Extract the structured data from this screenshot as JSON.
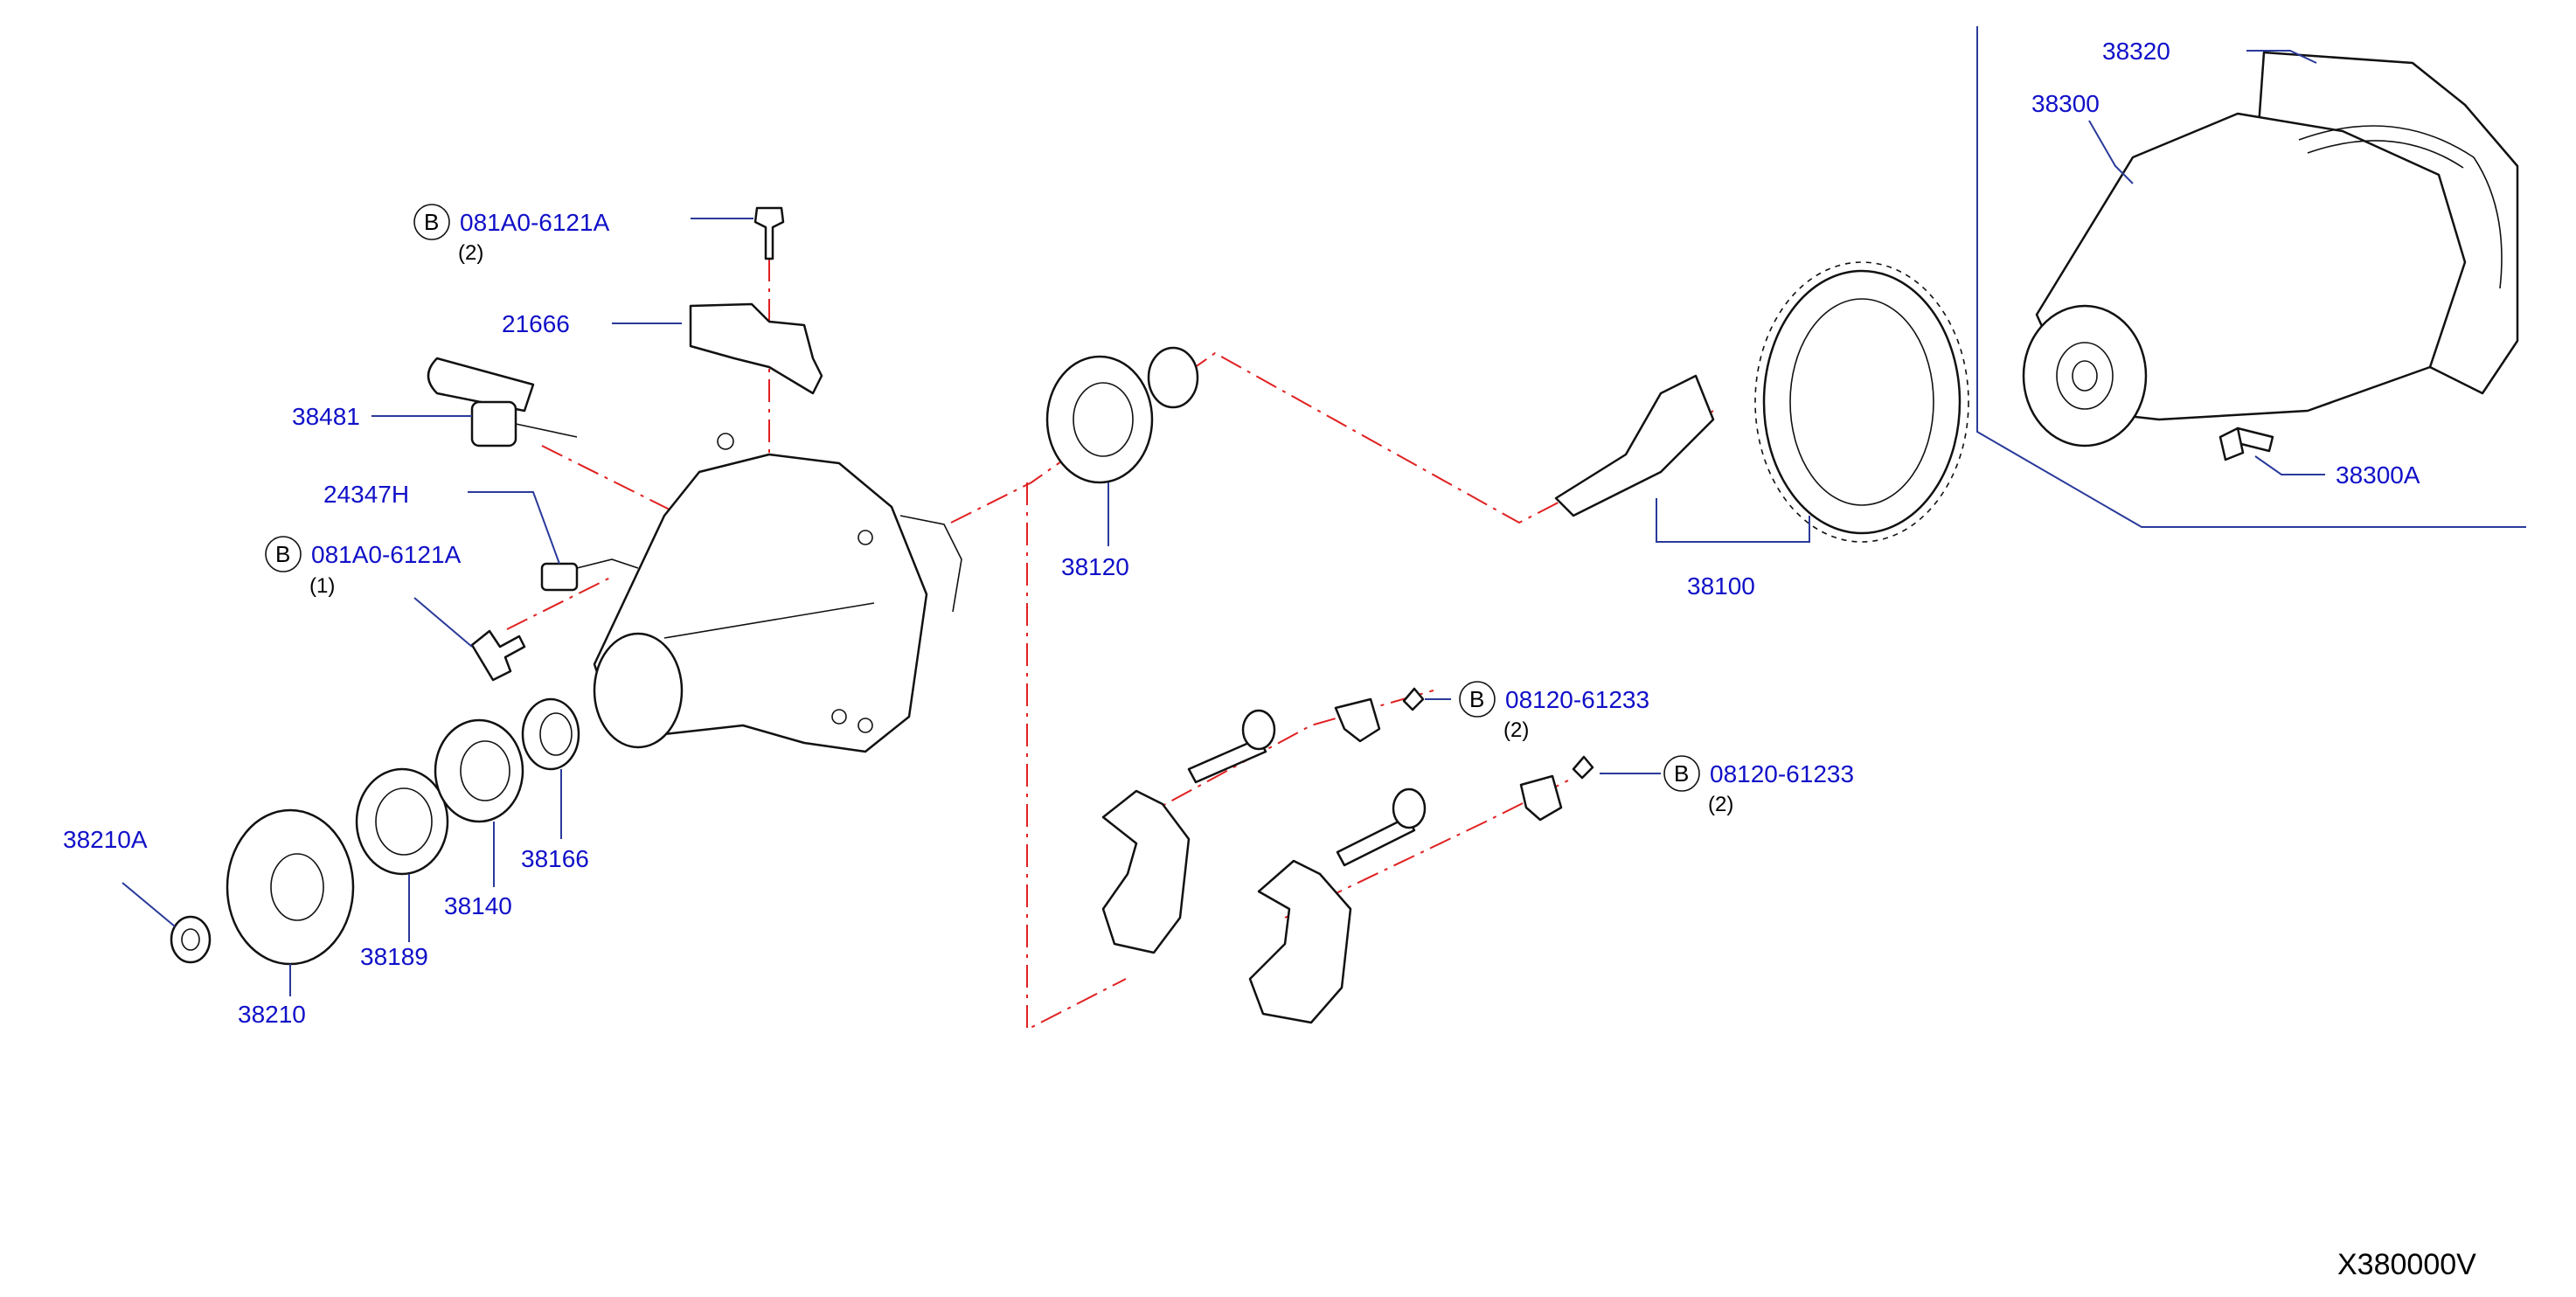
{
  "diagram": {
    "code": "X380000V",
    "badge_letter": "B",
    "colors": {
      "label": "#1010c8",
      "leader": "#2a3a9a",
      "dash": "#e02020",
      "outline": "#111111"
    },
    "parts": {
      "p38320": "38320",
      "p38300": "38300",
      "p38300A": "38300A",
      "p38100": "38100",
      "p38120": "38120",
      "p21666": "21666",
      "p38481": "38481",
      "p24347H": "24347H",
      "p38210A": "38210A",
      "p38210": "38210",
      "p38189": "38189",
      "p38140": "38140",
      "p38166": "38166"
    },
    "bolts": [
      {
        "code": "081A0-6121A",
        "qty": "(2)"
      },
      {
        "code": "081A0-6121A",
        "qty": "(1)"
      },
      {
        "code": "08120-61233",
        "qty": "(2)"
      },
      {
        "code": "08120-61233",
        "qty": "(2)"
      }
    ]
  }
}
